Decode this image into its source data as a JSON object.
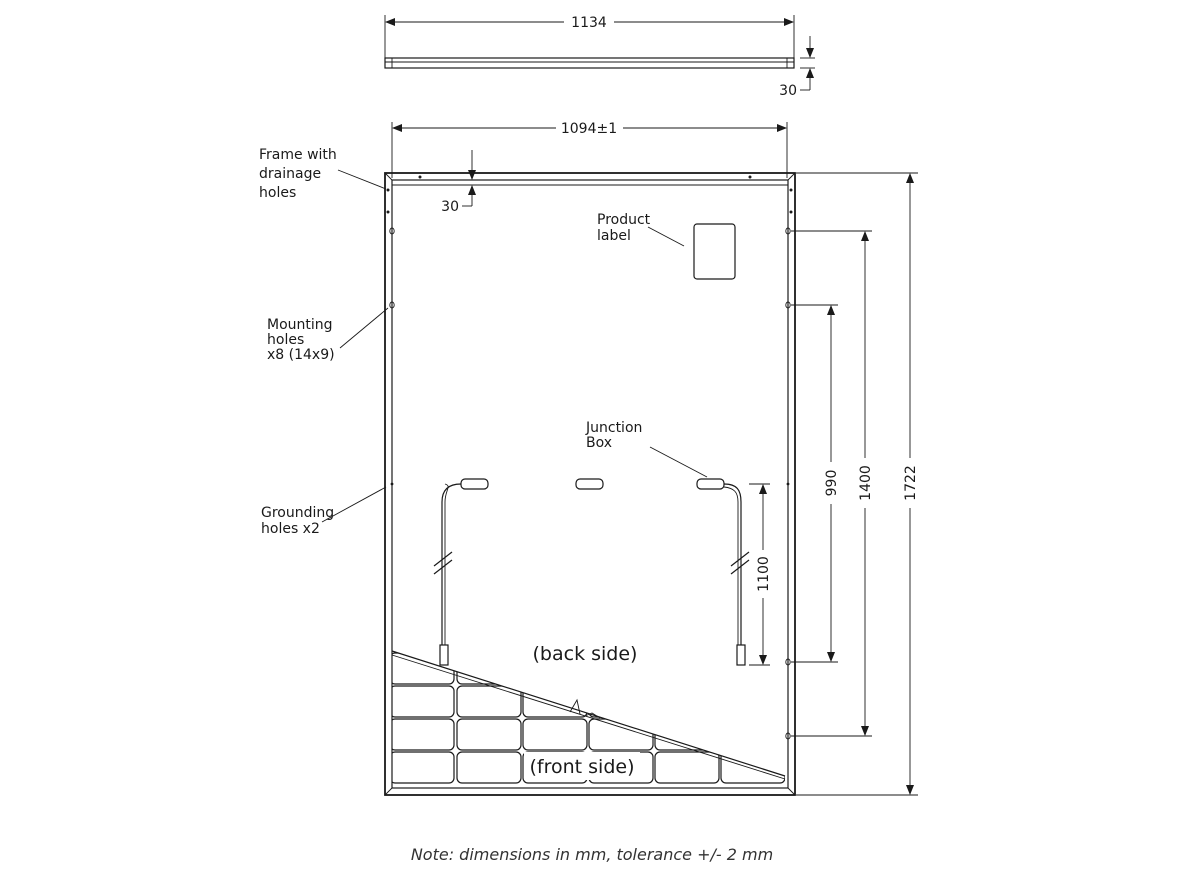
{
  "dimensions": {
    "top_width": "1134",
    "top_height": "30",
    "frame_inner_width": "1094±1",
    "frame_depth": "30",
    "height_total": "1722",
    "mount_spacing_outer": "1400",
    "mount_spacing_inner": "990",
    "cable_length": "1100"
  },
  "labels": {
    "frame": [
      "Frame with",
      "drainage",
      "holes"
    ],
    "product": [
      "Product",
      "label"
    ],
    "mounting": [
      "Mounting",
      "holes",
      "x8 (14x9)"
    ],
    "junction": [
      "Junction",
      "Box"
    ],
    "grounding": [
      "Grounding",
      "holes x2"
    ],
    "back_side": "(back side)",
    "front_side": "(front side)"
  },
  "note": "Note: dimensions in mm, tolerance +/- 2 mm"
}
